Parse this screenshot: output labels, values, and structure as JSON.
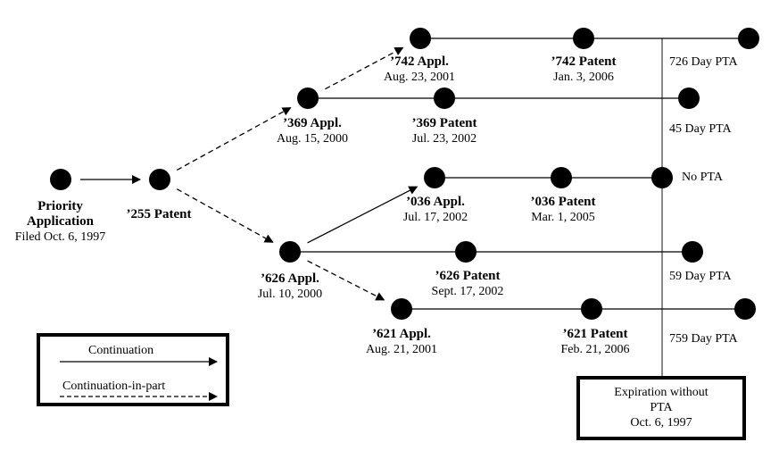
{
  "diagram": {
    "title": "Patent family continuation timeline with patent term adjustment",
    "colors": {
      "line": "#000000",
      "vertical_line": "#555555",
      "node": "#000000",
      "background": "#ffffff"
    },
    "nodes": {
      "priority": {
        "title": "Priority Application",
        "title_line1": "Priority",
        "title_line2": "Application",
        "date": "Filed Oct. 6, 1997"
      },
      "p255": {
        "title": "’255 Patent"
      },
      "a369": {
        "title": "’369 Appl.",
        "date": "Aug. 15, 2000"
      },
      "a742": {
        "title": "’742 Appl.",
        "date": "Aug. 23, 2001"
      },
      "p742": {
        "title": "’742 Patent",
        "date": "Jan. 3, 2006"
      },
      "p369": {
        "title": "’369 Patent",
        "date": "Jul. 23, 2002"
      },
      "a036": {
        "title": "’036 Appl.",
        "date": "Jul. 17, 2002"
      },
      "p036": {
        "title": "’036 Patent",
        "date": "Mar. 1, 2005"
      },
      "a626": {
        "title": "’626 Appl.",
        "date": "Jul. 10, 2000"
      },
      "p626": {
        "title": "’626 Patent",
        "date": "Sept. 17, 2002"
      },
      "a621": {
        "title": "’621 Appl.",
        "date": "Aug. 21, 2001"
      },
      "p621": {
        "title": "’621 Patent",
        "date": "Feb. 21, 2006"
      }
    },
    "pta": {
      "p742": "726 Day PTA",
      "p369": "45 Day PTA",
      "p036": "No PTA",
      "p626": "59 Day PTA",
      "p621": "759 Day PTA"
    },
    "edges": [
      {
        "from": "priority",
        "to": "p255",
        "type": "continuation"
      },
      {
        "from": "p255",
        "to": "a369",
        "type": "continuation-in-part"
      },
      {
        "from": "p255",
        "to": "a626",
        "type": "continuation-in-part"
      },
      {
        "from": "a369",
        "to": "a742",
        "type": "continuation-in-part"
      },
      {
        "from": "a626",
        "to": "a036",
        "type": "continuation"
      },
      {
        "from": "a626",
        "to": "a621",
        "type": "continuation-in-part"
      }
    ],
    "legend": {
      "continuation": "Continuation",
      "cip": "Continuation-in-part"
    },
    "expiration": {
      "line1": "Expiration without",
      "line2": "PTA",
      "line3": "Oct. 6, 1997"
    }
  }
}
